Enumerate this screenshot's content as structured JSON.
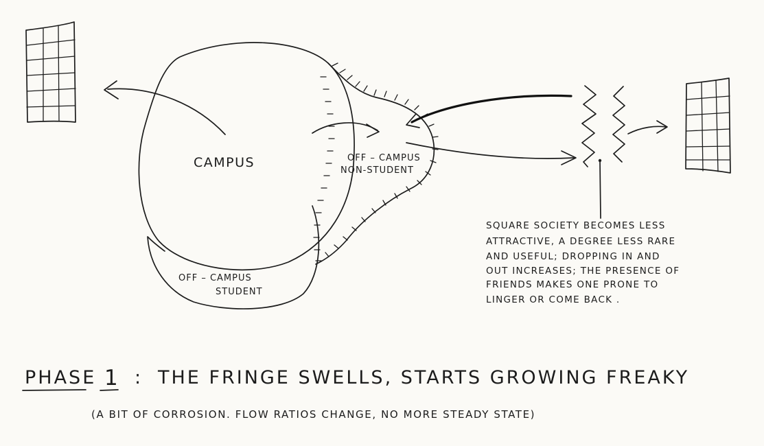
{
  "diagram": {
    "regions": {
      "campus": "CAMPUS",
      "off_campus_non_student": [
        "OFF – CAMPUS",
        "NON-STUDENT"
      ],
      "off_campus_student": [
        "OFF – CAMPUS",
        "STUDENT"
      ]
    },
    "note": [
      "SQUARE SOCIETY BECOMES LESS",
      "ATTRACTIVE, A DEGREE LESS RARE",
      "AND USEFUL; DROPPING IN AND",
      "OUT INCREASES; THE PRESENCE OF",
      "FRIENDS MAKES ONE PRONE TO",
      "LINGER OR COME BACK ."
    ],
    "caption": {
      "phase_word": "PHASE",
      "phase_number": "1",
      "separator": ":",
      "title": "THE FRINGE SWELLS, STARTS GROWING FREAKY",
      "subtitle": "(A BIT OF CORROSION. FLOW RATIOS CHANGE, NO MORE STEADY STATE)"
    },
    "ink_color": "#1c1c1c",
    "paper_color": "#fbfaf6"
  }
}
